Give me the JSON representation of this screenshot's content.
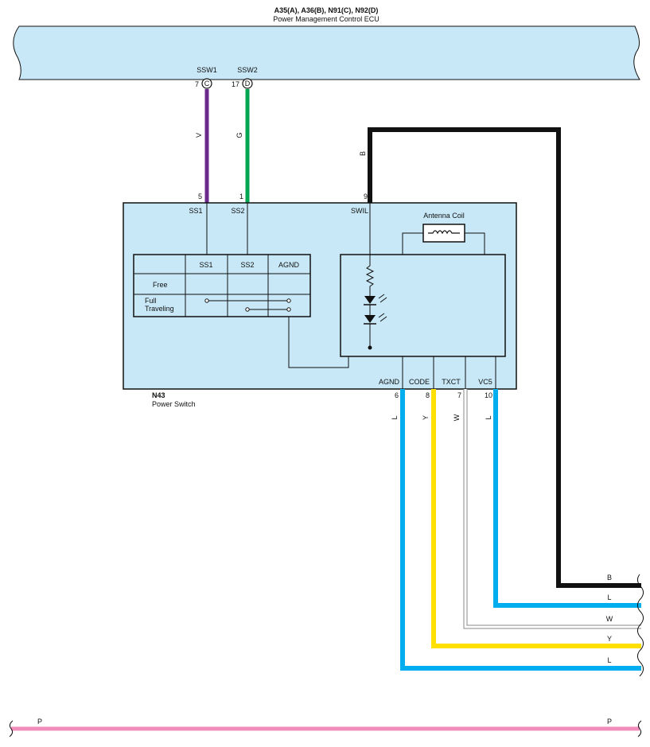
{
  "ecu": {
    "title": "A35(A), A36(B), N91(C), N92(D)",
    "name": "Power Management Control ECU",
    "pins": [
      {
        "label": "SSW1",
        "num": "7",
        "conn": "C"
      },
      {
        "label": "SSW2",
        "num": "17",
        "conn": "D"
      }
    ]
  },
  "switch": {
    "id": "N43",
    "name": "Power Switch",
    "top_pins": [
      {
        "num": "5",
        "label": "SS1"
      },
      {
        "num": "1",
        "label": "SS2"
      },
      {
        "num": "9",
        "label": "SWIL"
      }
    ],
    "bottom_pins": [
      {
        "num": "6",
        "label": "AGND"
      },
      {
        "num": "8",
        "label": "CODE"
      },
      {
        "num": "7",
        "label": "TXCT"
      },
      {
        "num": "10",
        "label": "VC5"
      }
    ],
    "antenna": "Antenna Coil",
    "table": {
      "headers": [
        "SS1",
        "SS2",
        "AGND"
      ],
      "rows": [
        "Free",
        "Full Traveling"
      ]
    }
  },
  "wires": {
    "ssw1": {
      "code": "V",
      "color": "#6a2a8c"
    },
    "ssw2": {
      "code": "G",
      "color": "#00a651"
    },
    "swil": {
      "code": "B",
      "color": "#111111"
    },
    "agnd": {
      "code": "L",
      "color": "#00aeef"
    },
    "code": {
      "code": "Y",
      "color": "#ffe000"
    },
    "txct": {
      "code": "W",
      "color": "#ffffff"
    },
    "vc5": {
      "code": "L",
      "color": "#00aeef"
    },
    "pink": {
      "code": "P",
      "color": "#f28cb8"
    }
  },
  "right_labels": [
    "B",
    "L",
    "W",
    "Y",
    "L"
  ],
  "colors": {
    "body_fill": "#c8e8f7",
    "outline": "#111111"
  }
}
